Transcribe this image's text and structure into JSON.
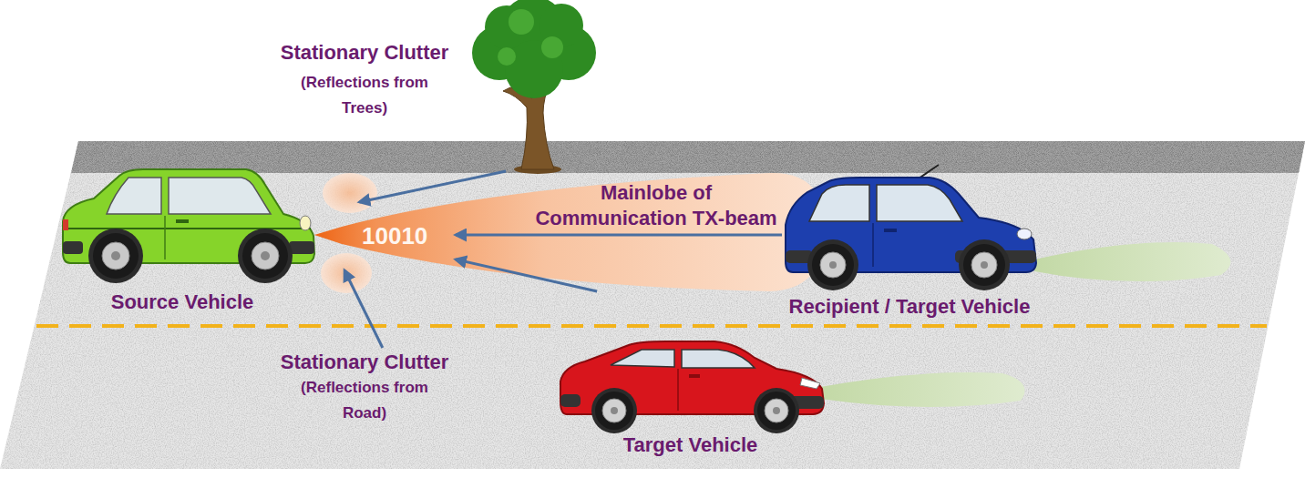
{
  "diagram": {
    "nodes": [
      {
        "text": [
          "Source Vehicle"
        ]
      },
      {
        "text": [
          "Recipient / Target Vehicle"
        ]
      },
      {
        "text": [
          "Target Vehicle"
        ]
      },
      {
        "text": [
          "Stationary Clutter",
          "(Reflections from Trees)"
        ]
      },
      {
        "text": [
          "Mainlobe of Communication TX-beam",
          "10010"
        ]
      },
      {
        "text": [
          "Stationary Clutter",
          "(Reflections from Road)"
        ]
      }
    ],
    "edges": [
      {
        "from": 3,
        "to": 0,
        "arrow": "to"
      },
      {
        "from": 5,
        "to": 0,
        "arrow": "to"
      },
      {
        "from": 1,
        "to": 0,
        "arrow": "to"
      },
      {
        "from": 2,
        "to": 0,
        "arrow": "to"
      }
    ]
  }
}
